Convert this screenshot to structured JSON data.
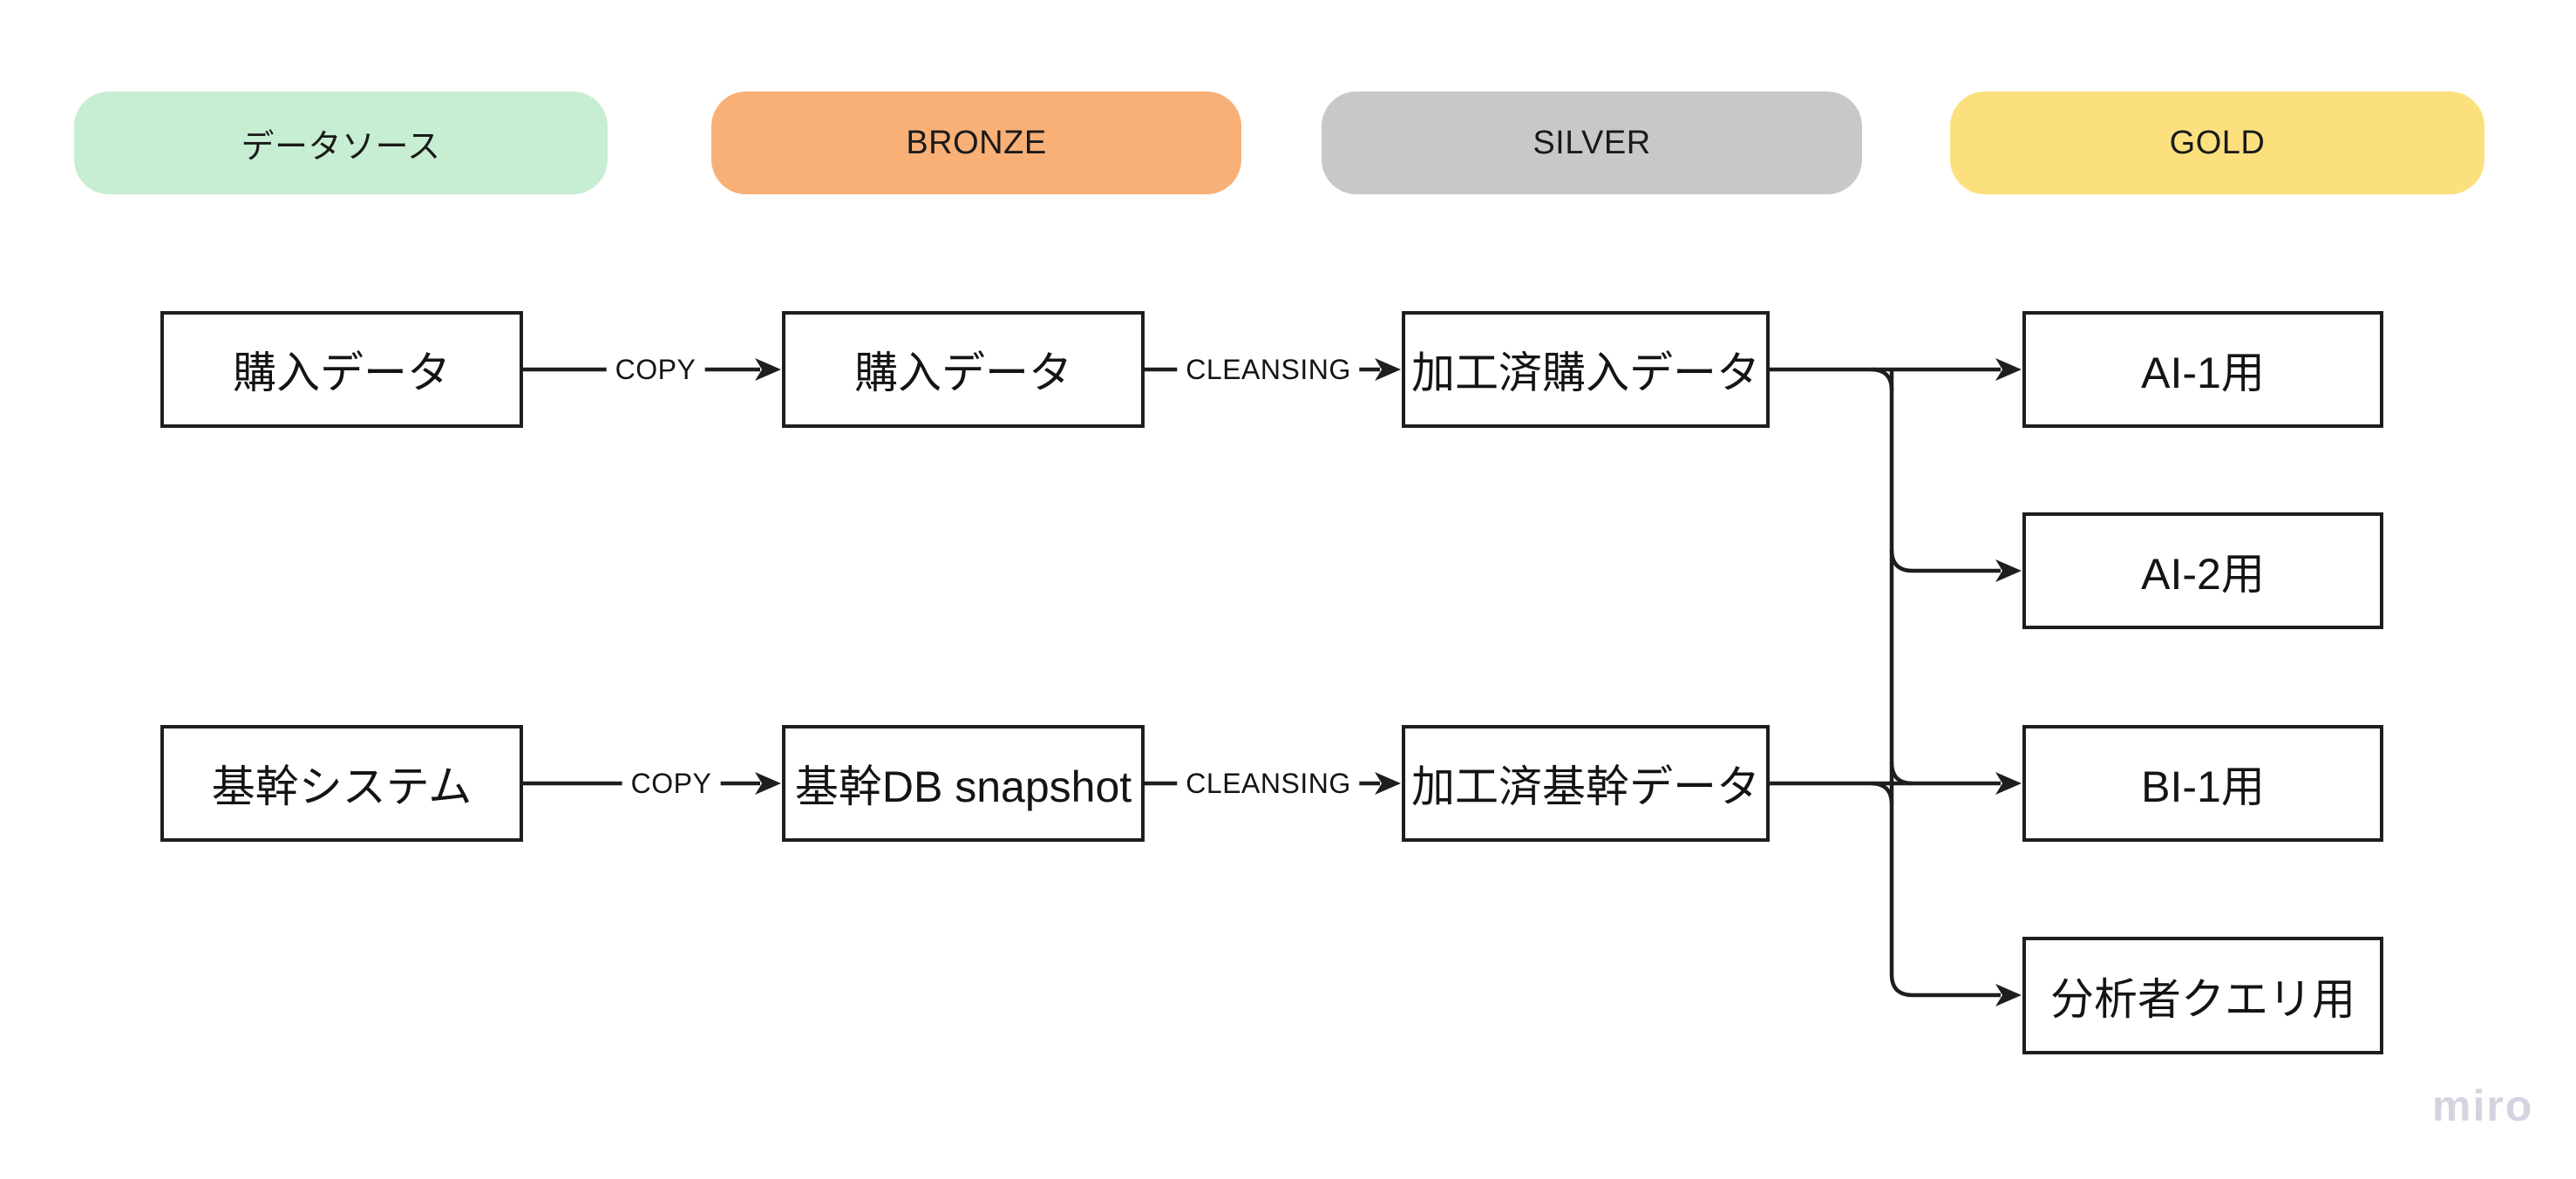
{
  "board": {
    "background": "#ffffff",
    "connector_color": "#1e1e1e",
    "watermark": "miro",
    "watermark_color": "#d4d3e0"
  },
  "lanes": [
    {
      "label": "データソース",
      "color": "#c7edd2"
    },
    {
      "label": "BRONZE",
      "color": "#f8b077"
    },
    {
      "label": "SILVER",
      "color": "#c8c8c8"
    },
    {
      "label": "GOLD",
      "color": "#fce07e"
    }
  ],
  "nodes": {
    "purchase_source": "購入データ",
    "purchase_bronze": "購入データ",
    "purchase_silver": "加工済購入データ",
    "core_source": "基幹システム",
    "core_bronze": "基幹DB snapshot",
    "core_silver": "加工済基幹データ",
    "gold_ai1": "AI-1用",
    "gold_ai2": "AI-2用",
    "gold_bi1": "BI-1用",
    "gold_analyst": "分析者クエリ用"
  },
  "edges": {
    "copy_purchase": "COPY",
    "cleansing_purchase": "CLEANSING",
    "copy_core": "COPY",
    "cleansing_core": "CLEANSING"
  }
}
